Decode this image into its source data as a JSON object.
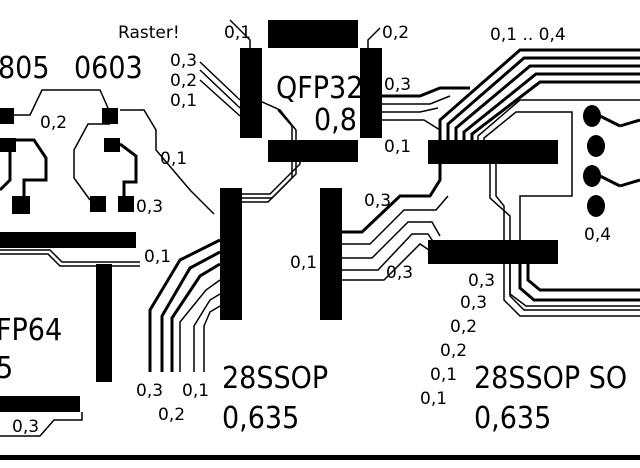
{
  "labels": {
    "raster": "Raster!",
    "pkg_0805": "805",
    "pkg_0603": "0603",
    "pkg_qfp32": "QFP32",
    "pitch_qfp32": "0,8",
    "pkg_qfp64": "FP64",
    "pitch_qfp64": "5",
    "ssop_a": "28SSOP",
    "ssop_a_pitch": "0,635",
    "ssop_b": "28SSOP SO",
    "ssop_b_pitch": "0,635"
  },
  "widths": {
    "w01_top": "0,1",
    "w02_top": "0,2",
    "w01_04": "0,1 .. 0,4",
    "w03_a": "0,3",
    "w02_a": "0,2",
    "w01_a": "0,1",
    "w03_b": "0,3",
    "w01_b": "0,1",
    "w02_left": "0,2",
    "w01_left": "0,1",
    "w03_left": "0,3",
    "w01_mid": "0,1",
    "w03_mid": "0,3",
    "w01_mid2": "0,1",
    "w03_mid2": "0,3",
    "w04_right": "0,4",
    "w03_r1": "0,3",
    "w03_r2": "0,3",
    "w02_r1": "0,2",
    "w02_r2": "0,2",
    "w01_r1": "0,1",
    "w01_r2": "0,1",
    "w03_bl": "0,3",
    "w02_bl": "0,2",
    "w01_bl": "0,1",
    "w03_foot": "0,3"
  },
  "colors": {
    "background": "#ffffff",
    "copper": "#000000"
  }
}
